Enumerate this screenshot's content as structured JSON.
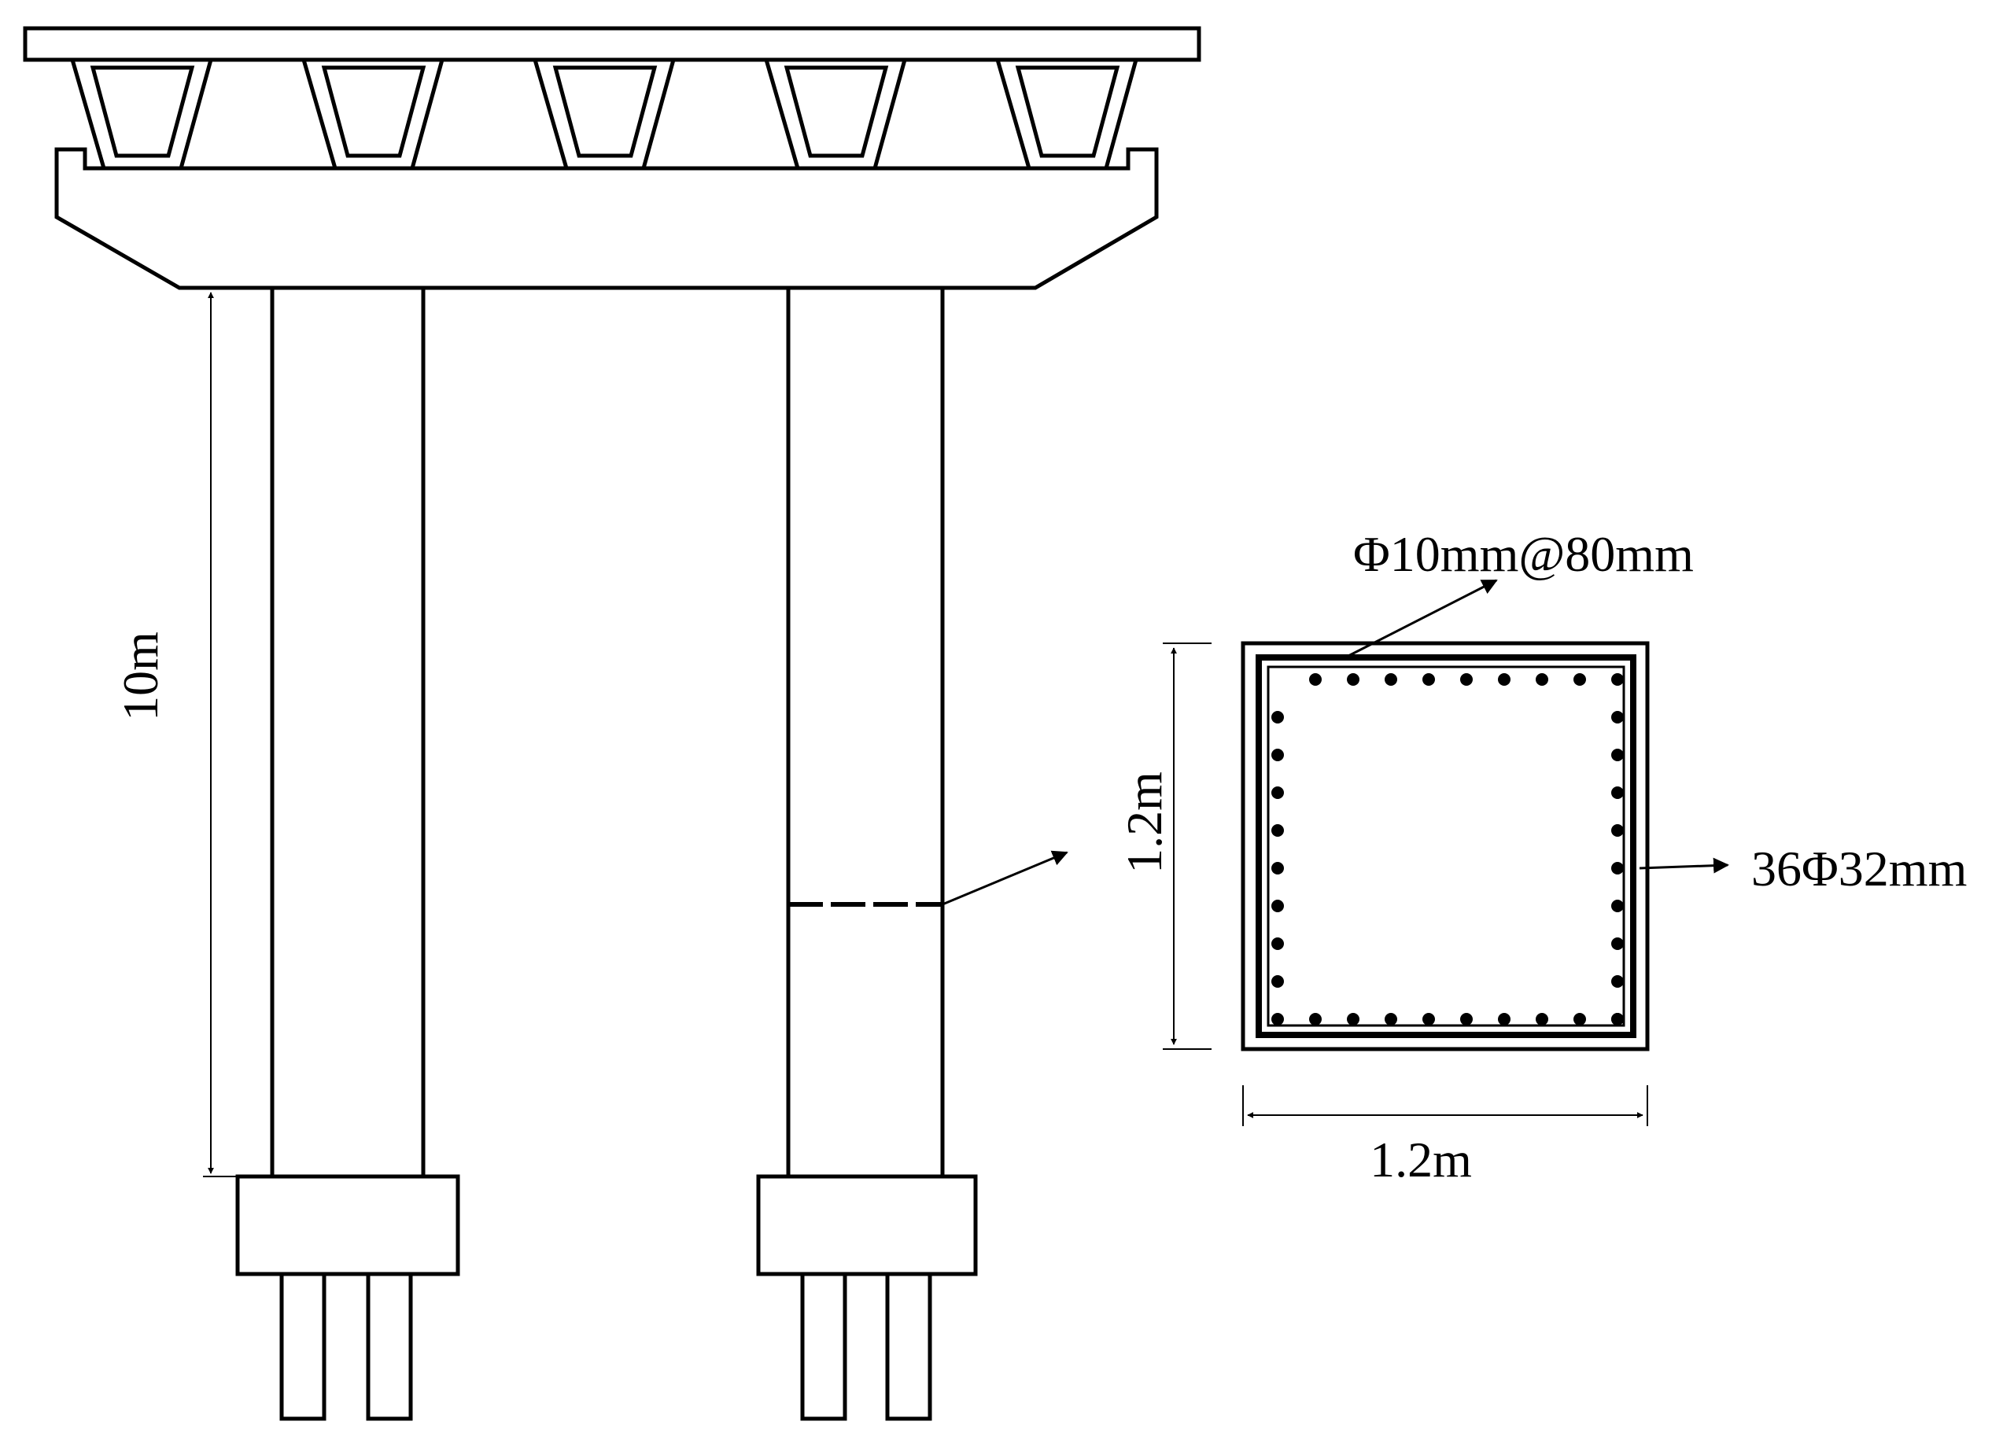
{
  "dimension_labels": {
    "pier_height": "10m",
    "section_height": "1.2m",
    "section_width": "1.2m"
  },
  "rebar_labels": {
    "stirrup": "Φ10mm@80mm",
    "longitudinal": "36Φ32mm"
  },
  "colors": {
    "line": "#000000",
    "background": "#ffffff"
  }
}
